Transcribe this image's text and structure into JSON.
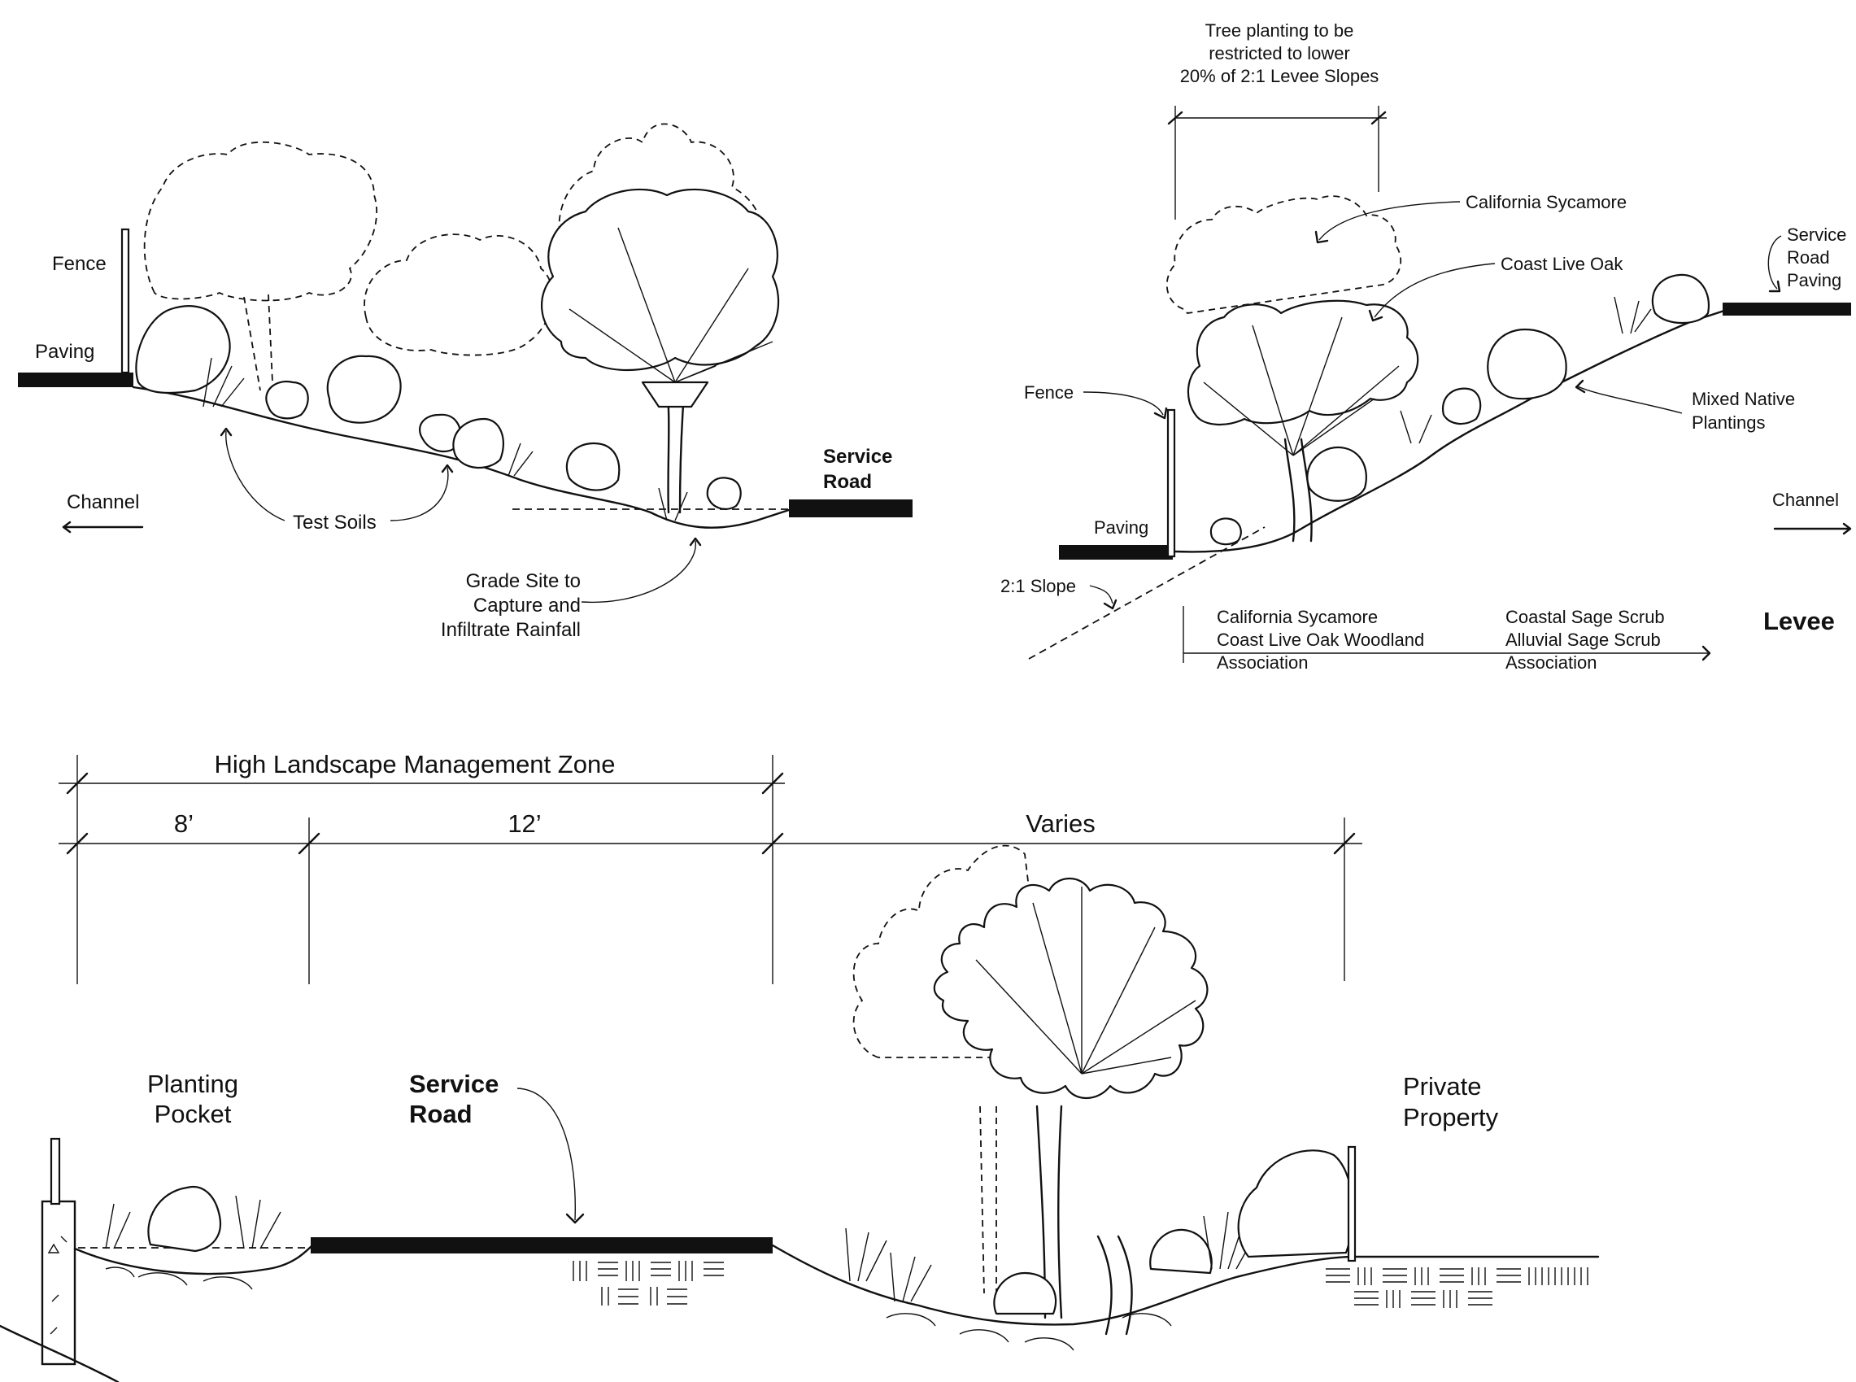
{
  "diagram_a": {
    "fence": "Fence",
    "paving": "Paving",
    "channel": "Channel",
    "test_soils": "Test Soils",
    "service_road_1": "Service",
    "service_road_2": "Road",
    "grade_1": "Grade Site to",
    "grade_2": "Capture and",
    "grade_3": "Infiltrate Rainfall"
  },
  "diagram_b": {
    "tree_note_1": "Tree planting to be",
    "tree_note_2": "restricted to lower",
    "tree_note_3": "20% of 2:1 Levee Slopes",
    "sycamore": "California Sycamore",
    "oak": "Coast Live Oak",
    "road_1": "Service",
    "road_2": "Road",
    "road_3": "Paving",
    "fence": "Fence",
    "mixed_1": "Mixed Native",
    "mixed_2": "Plantings",
    "channel": "Channel",
    "paving": "Paving",
    "slope": "2:1 Slope",
    "assoc_left_1": "California Sycamore",
    "assoc_left_2": "Coast Live Oak Woodland",
    "assoc_left_3": "Association",
    "assoc_right_1": "Coastal Sage Scrub",
    "assoc_right_2": "Alluvial Sage Scrub",
    "assoc_right_3": "Association",
    "levee": "Levee"
  },
  "diagram_c": {
    "zone": "High Landscape Management Zone",
    "dim_1": "8’",
    "dim_2": "12’",
    "dim_3": "Varies",
    "pocket_1": "Planting",
    "pocket_2": "Pocket",
    "road_1": "Service",
    "road_2": "Road",
    "private_1": "Private",
    "private_2": "Property"
  }
}
